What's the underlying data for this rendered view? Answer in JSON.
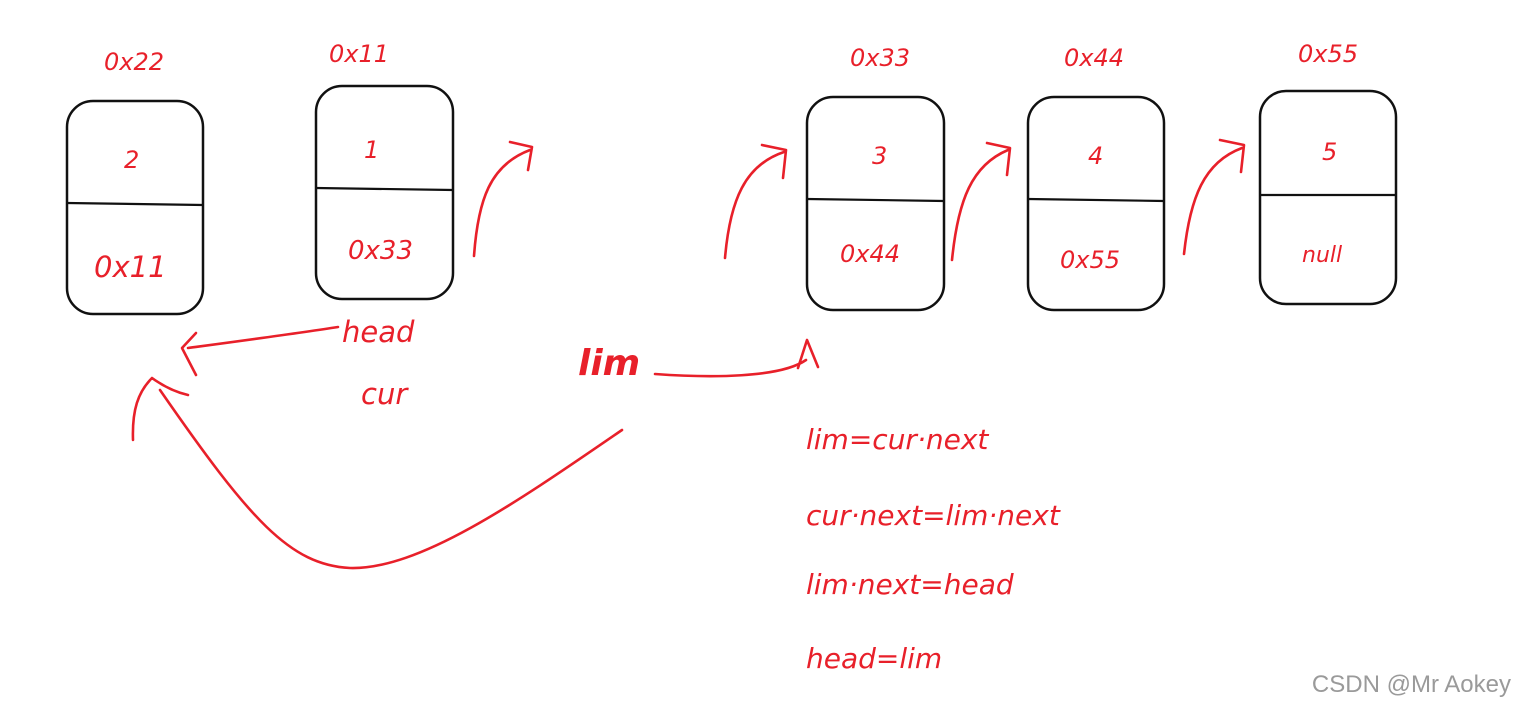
{
  "nodes": [
    {
      "address": "0x22",
      "value": "2",
      "next": "0x11"
    },
    {
      "address": "0x11",
      "value": "1",
      "next": "0x33"
    },
    {
      "address": "0x33",
      "value": "3",
      "next": "0x44"
    },
    {
      "address": "0x44",
      "value": "4",
      "next": "0x55"
    },
    {
      "address": "0x55",
      "value": "5",
      "next": "null"
    }
  ],
  "pointers": {
    "head": "head",
    "cur": "cur",
    "lim": "lim"
  },
  "steps": [
    "lim=cur·next",
    "cur·next=lim·next",
    "lim·next=head",
    "head=lim"
  ],
  "watermark": "CSDN @Mr  Aokey",
  "colors": {
    "annotation": "#e8202a",
    "outline": "#111111",
    "watermark": "#9a9a9a"
  }
}
